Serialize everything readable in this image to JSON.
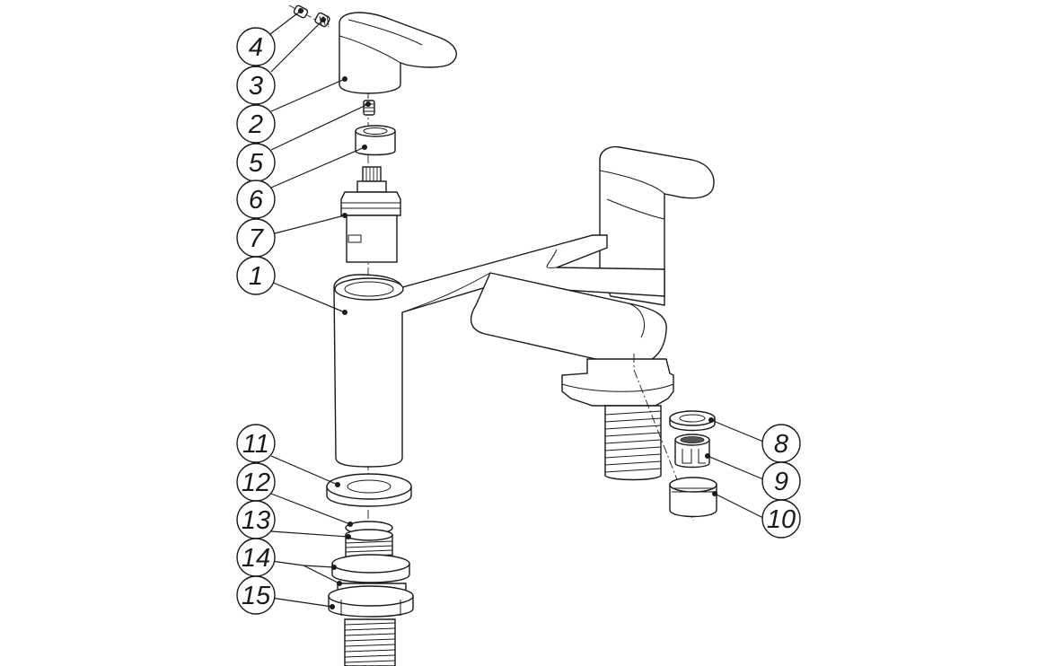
{
  "callouts": [
    {
      "label": "4"
    },
    {
      "label": "3"
    },
    {
      "label": "2"
    },
    {
      "label": "5"
    },
    {
      "label": "6"
    },
    {
      "label": "7"
    },
    {
      "label": "1"
    },
    {
      "label": "11"
    },
    {
      "label": "12"
    },
    {
      "label": "13"
    },
    {
      "label": "14"
    },
    {
      "label": "15"
    },
    {
      "label": "8"
    },
    {
      "label": "9"
    },
    {
      "label": "10"
    }
  ]
}
